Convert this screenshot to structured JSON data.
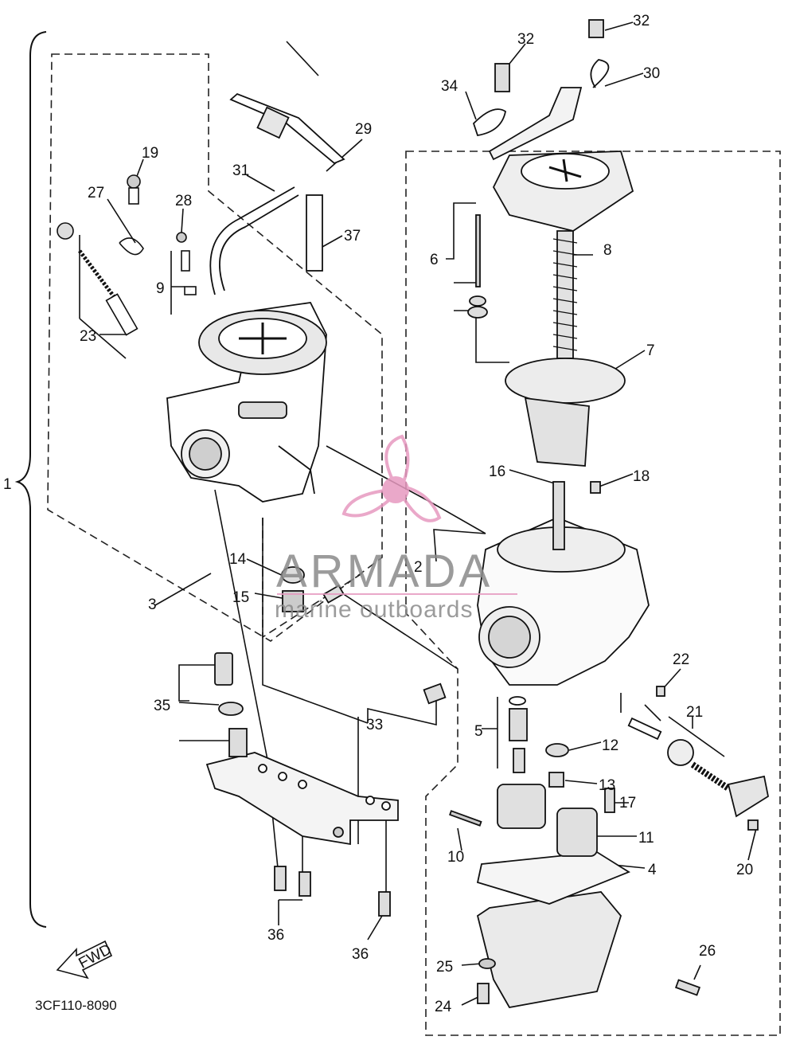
{
  "diagram": {
    "part_code": "3CF110-8090",
    "fwd_label": "FWD",
    "callouts": [
      "1",
      "2",
      "3",
      "4",
      "5",
      "6",
      "7",
      "8",
      "9",
      "10",
      "11",
      "12",
      "13",
      "14",
      "15",
      "16",
      "17",
      "18",
      "19",
      "20",
      "21",
      "22",
      "23",
      "24",
      "25",
      "26",
      "27",
      "28",
      "29",
      "30",
      "31",
      "32",
      "33",
      "34",
      "35",
      "36",
      "37"
    ]
  },
  "watermark": {
    "brand": "ARMADA",
    "tagline": "marine outboards",
    "accent_color": "#e79ac0"
  }
}
